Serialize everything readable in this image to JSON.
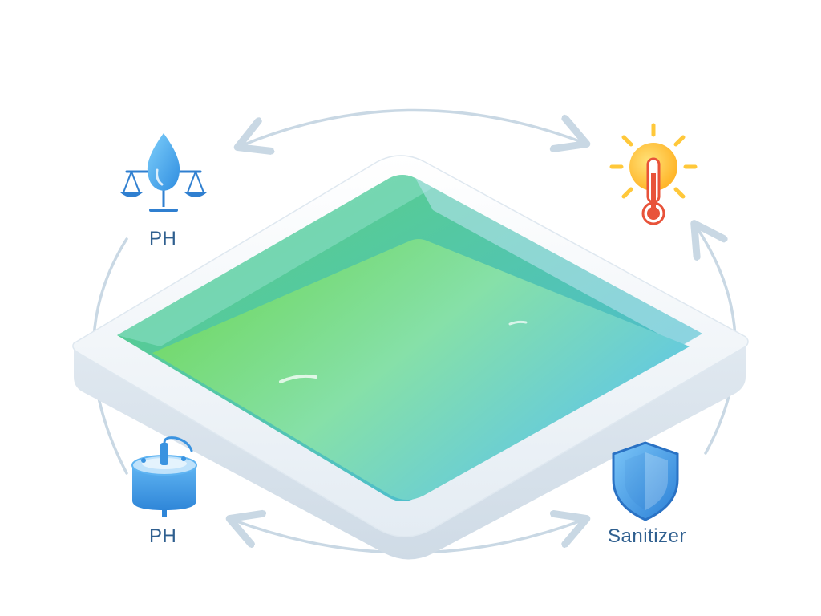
{
  "nodes": {
    "ph_top": {
      "label": "PH",
      "icon": "water-drop-scale-icon"
    },
    "temperature": {
      "icon": "sun-thermometer-icon"
    },
    "ph_bottom": {
      "label": "PH",
      "icon": "chemical-feeder-icon"
    },
    "sanitizer": {
      "label": "Sanitizer",
      "icon": "shield-icon"
    }
  },
  "center": {
    "icon": "swimming-pool-icon"
  },
  "colors": {
    "label_text": "#2f5f8f",
    "arrow": "#c9d8e4",
    "water_green": "#7edc6a",
    "water_blue": "#5cc4f0",
    "drop_blue": "#3a9ee8",
    "sun_yellow": "#ffc83a",
    "thermometer_red": "#e8533a",
    "shield_blue": "#3d8fe0"
  }
}
